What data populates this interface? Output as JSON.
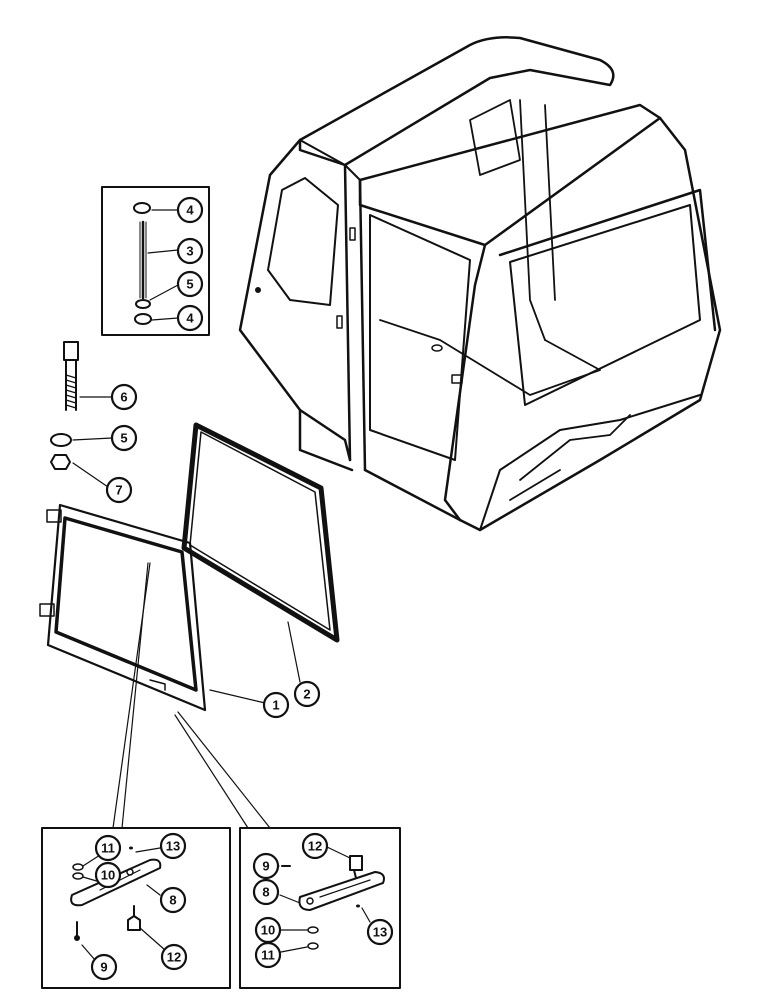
{
  "callouts": {
    "c1": "1",
    "c2": "2",
    "c3": "3",
    "c4a": "4",
    "c4b": "4",
    "c5a": "5",
    "c5b": "5",
    "c6": "6",
    "c7": "7",
    "c8L": "8",
    "c8R": "8",
    "c9L": "9",
    "c9R": "9",
    "c10L": "10",
    "c10R": "10",
    "c11L": "11",
    "c11R": "11",
    "c12L": "12",
    "c12R": "12",
    "c13L": "13",
    "c13R": "13"
  }
}
